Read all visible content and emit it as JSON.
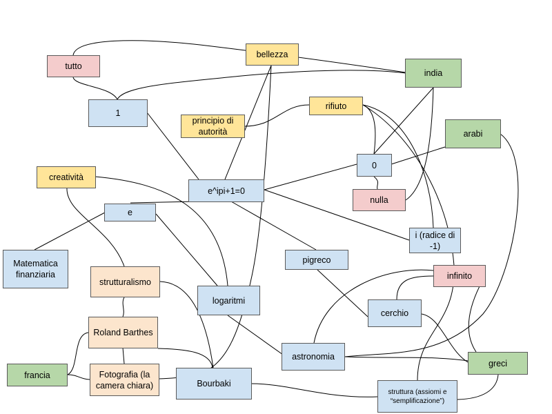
{
  "colors": {
    "blue": "#cfe2f3",
    "yellow": "#ffe599",
    "green": "#b6d7a8",
    "pink": "#f4cccc",
    "orange": "#fce5cd",
    "border": "#595959",
    "line": "#000000"
  },
  "nodes": {
    "tutto": "tutto",
    "bellezza": "bellezza",
    "india": "india",
    "uno": "1",
    "principio_di_autorita": "principio di autorità",
    "rifiuto": "rifiuto",
    "arabi": "arabi",
    "creativita": "creatività",
    "zero": "0",
    "euler": "e^ipi+1=0",
    "nulla": "nulla",
    "e": "e",
    "i_radice": "i (radice di -1)",
    "matematica_finanziaria": "Matematica finanziaria",
    "pigreco": "pigreco",
    "infinito": "infinito",
    "strutturalismo": "strutturalismo",
    "logaritmi": "logaritmi",
    "cerchio": "cerchio",
    "roland_barthes": "Roland Barthes",
    "astronomia": "astronomia",
    "greci": "greci",
    "francia": "francia",
    "fotografia": "Fotografia (la camera chiara)",
    "bourbaki": "Bourbaki",
    "struttura": "struttura (assiomi e “semplificazione”)"
  }
}
